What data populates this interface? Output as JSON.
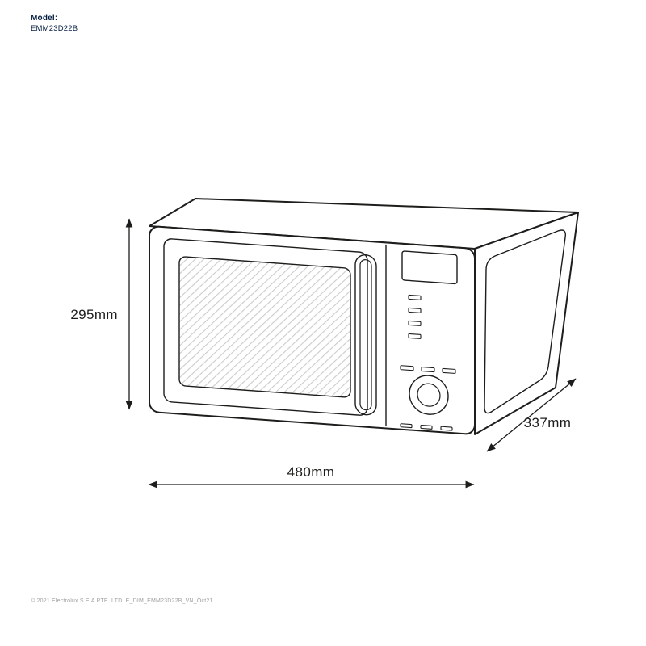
{
  "header": {
    "model_label": "Model:",
    "model_value": "EMM23D22B"
  },
  "diagram": {
    "dimensions": {
      "height": "295mm",
      "width": "480mm",
      "depth": "337mm"
    }
  },
  "footer": {
    "copyright": "© 2021 Electrolux S.E.A PTE. LTD. E_DIM_EMM23D22B_VN_Oct21"
  },
  "colors": {
    "line": "#1d1d1b",
    "hatch": "#cccccc",
    "navy": "#041e42",
    "gray": "#a1a1a1"
  }
}
